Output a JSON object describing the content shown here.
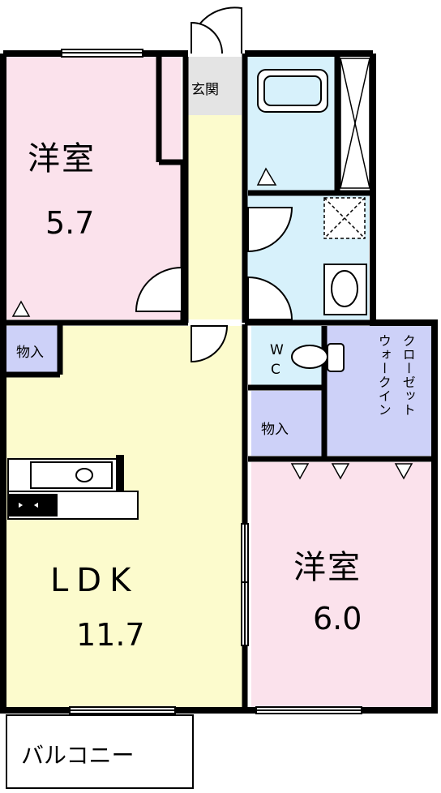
{
  "rooms": {
    "western1": {
      "name": "洋室",
      "size": "5.7"
    },
    "entrance": {
      "name": "玄関"
    },
    "storage1": {
      "name": "物入"
    },
    "wc": {
      "line1": "W",
      "line2": "C"
    },
    "closet": {
      "col1": "クローゼット",
      "col2": "ウォークイン"
    },
    "storage2": {
      "name": "物入"
    },
    "ldk": {
      "name": "LDK",
      "size": "11.7"
    },
    "western2": {
      "name": "洋室",
      "size": "6.0"
    },
    "balcony": {
      "name": "バルコニー"
    }
  },
  "colors": {
    "western": "#fbe2ec",
    "ldk": "#fcfbcd",
    "wet": "#d7f1fb",
    "storage": "#cdd1f8",
    "entrance": "#e4e4e4",
    "wall": "#000000"
  }
}
